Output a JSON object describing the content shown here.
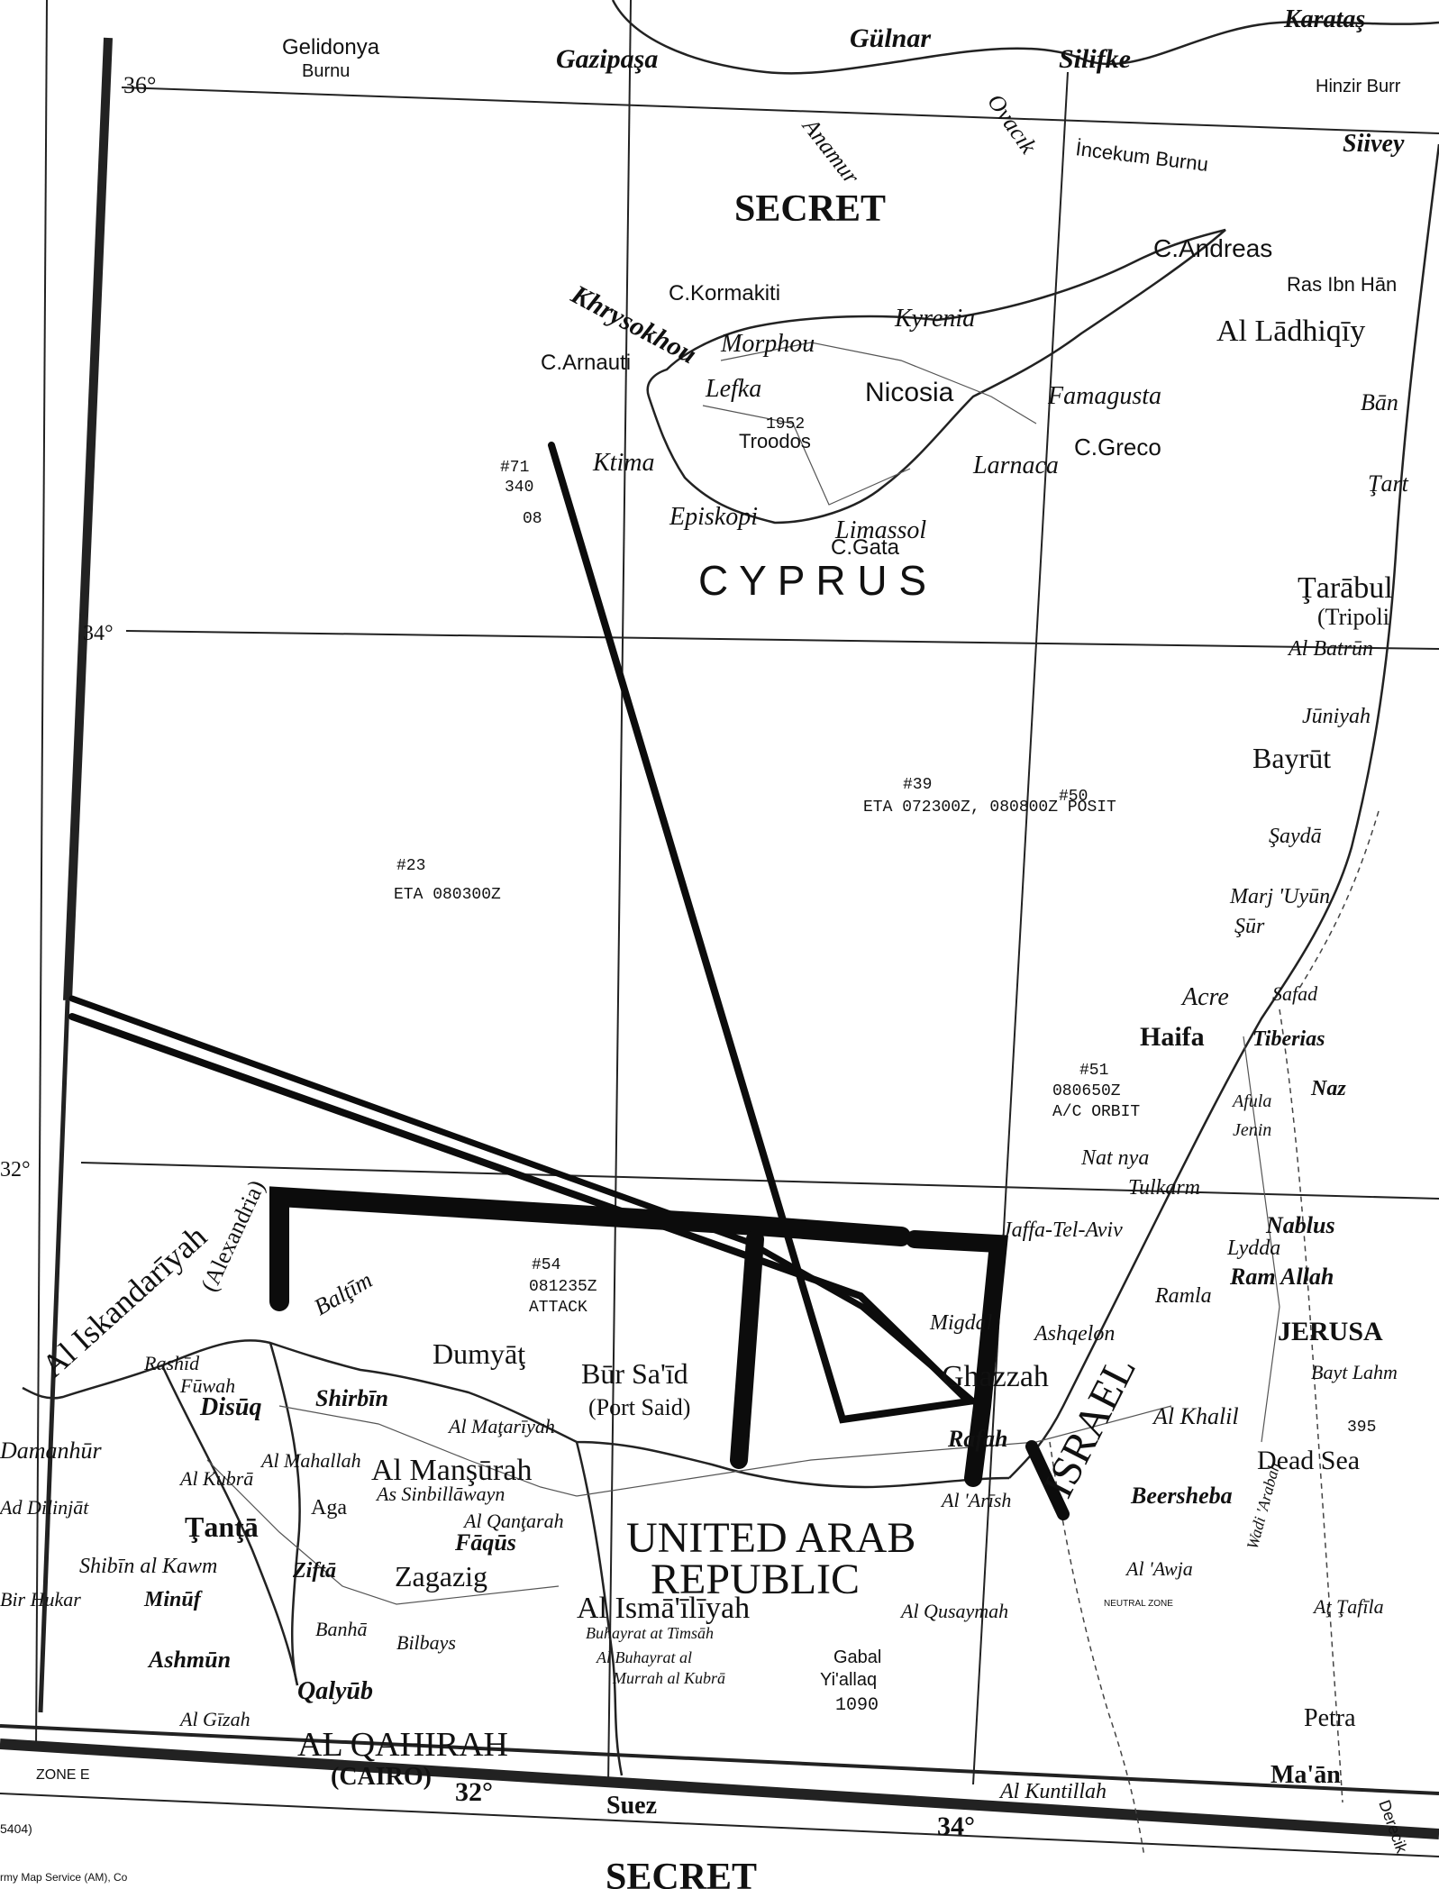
{
  "classification": {
    "top": "SECRET",
    "bottom": "SECRET"
  },
  "graticule": {
    "lat36": "36°",
    "lat34": "34°",
    "lat32": "32°",
    "lon32": "32°",
    "lon34": "34°"
  },
  "places": {
    "gelidonya": "Gelidonya",
    "burnu": "Burnu",
    "gazipasa": "Gazipaşa",
    "gulnar": "Gülnar",
    "silifke": "Silifke",
    "karatas": "Karataş",
    "hinzir": "Hinzir Burr",
    "incekum": "İncekum Burnu",
    "siivey": "Siivey",
    "anamur": "Anamur",
    "ovacik": "Ovacık",
    "c_andreas": "C.Andreas",
    "ras_ibn_hani": "Ras Ibn Hān",
    "al_ladhiqiy": "Al Lādhiqīy",
    "ban": "Bān",
    "tart": "Ţart",
    "c_kormakiti": "C.Kormakiti",
    "khrysokhou": "Khrysokhou",
    "c_arnauti": "C.Arnauti",
    "kyrenia": "Kyrenia",
    "morphou": "Morphou",
    "lefka": "Lefka",
    "nicosia": "Nicosia",
    "famagusta": "Famagusta",
    "troodos_elev": "1952",
    "troodos": "Troodos",
    "c_greco": "C.Greco",
    "ktima": "Ktima",
    "larnaca": "Larnaca",
    "episkopi": "Episkopi",
    "limassol": "Limassol",
    "c_gata": "C.Gata",
    "cyprus": "C Y P R U S",
    "tarabul": "Ţarābul",
    "tripoli": "(Tripoli",
    "al_batrun": "Al Batrūn",
    "juniyah": "Jūniyah",
    "bayrut": "Bayrūt",
    "sayda": "Şaydā",
    "marj_uyun": "Marj 'Uyūn",
    "sur": "Şūr",
    "acre": "Acre",
    "safad": "Safad",
    "haifa": "Haifa",
    "tiberias": "Tiberias",
    "nazareth": "Naz",
    "afula": "Afula",
    "jenin": "Jenin",
    "natanya": "Nat  nya",
    "tulkarm": "Tulkarm",
    "nablus": "Nablus",
    "jaffa": "Jaffa-Tel-Aviv",
    "lydda": "Lydda",
    "ramallah": "Ram Allah",
    "ramla": "Ramla",
    "jerusalem": "JERUSA",
    "majdal": "Migdal",
    "ashqelon": "Ashqelon",
    "bayt_lahm": "Bayt Lahm",
    "ghazzah": "Ghazzah",
    "rafah": "Rafah",
    "israel": "ISRAEL",
    "al_khalil": "Al Khalil",
    "dead_sea": "Dead Sea",
    "elev_395": "395",
    "beersheba": "Beersheba",
    "al_arish": "Al 'Arīsh",
    "al_awja": "Al 'Awja",
    "neutral_zone": "NEUTRAL ZONE",
    "al_tafila": "Aţ Ţafīla",
    "petra": "Petra",
    "maan": "Ma'ān",
    "al_kuntillah": "Al Kuntillah",
    "wadi_arabah": "Wadi 'Arabah",
    "derecik": "Derecik",
    "iskandariyah": "Al Iskandarīyah",
    "alexandria": "(Alexandria)",
    "baltim": "Balţīm",
    "rashid": "Rashīd",
    "fuwah": "Fūwah",
    "dusuq": "Disūq",
    "shirbin": "Shirbīn",
    "dumyat": "Dumyāţ",
    "bur_said": "Būr Sa'īd",
    "port_said": "(Port Said)",
    "damanhur": "Damanhūr",
    "kubri": "Al Kubrā",
    "mahalla": "Al Mahallah",
    "matariyah": "Al Maţarīyah",
    "mansurah": "Al Manşūrah",
    "dilinjat": "Ad Dilinjāt",
    "tanta": "Ţanţā",
    "aga": "Aga",
    "sinbillawayn": "As Sinbillāwayn",
    "qantarah": "Al Qanţarah",
    "faqus": "Fāqūs",
    "shibin": "Shibīn al Kawm",
    "zifta": "Ziftā",
    "zagazig": "Zagazig",
    "birhukar": "Bir Hukar",
    "minuf": "Minūf",
    "ismailiyah": "Al Ismā'īlīyah",
    "uar1": "UNITED ARAB",
    "uar2": "REPUBLIC",
    "qusaymah": "Al Qusaymah",
    "banha": "Banhā",
    "bilbays": "Bilbays",
    "ashmun": "Ashmūn",
    "qalyub": "Qalyūb",
    "timsah": "Buhayrat at Timsāh",
    "bitter1": "Al Buhayrat al",
    "bitter2": "Murrah al Kubrā",
    "gabal1": "Gabal",
    "gabal2": "Yi'allaq",
    "gabal_elev": "1090",
    "gizah": "Al Gīzah",
    "qahirah": "AL QAHIRAH",
    "cairo": "(CAIRO)",
    "suez": "Suez"
  },
  "annotations": {
    "s71_id": "#71",
    "s71_hdg": "340",
    "s71_time": "08",
    "s39": "#39",
    "s50": "#50",
    "eta39": "ETA 072300Z, 080800Z POSIT",
    "s23": "#23",
    "eta23": "ETA 080300Z",
    "s51": "#51",
    "s51_time": "080650Z",
    "s51_orbit": "A/C ORBIT",
    "s54": "#54",
    "s54_time": "081235Z",
    "s54_attack": "ATTACK"
  },
  "margin": {
    "zone": "ZONE E",
    "sheet": "5404)",
    "credit": "rmy Map Service (AM), Co"
  },
  "colors": {
    "ink": "#111111",
    "paper": "#ffffff"
  }
}
